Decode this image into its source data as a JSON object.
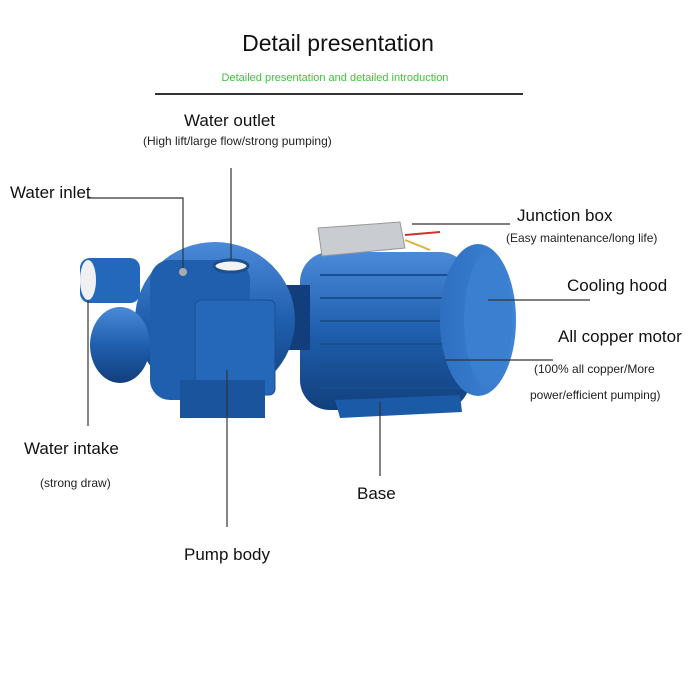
{
  "header": {
    "title": "Detail presentation",
    "subtitle": "Detailed presentation and detailed introduction"
  },
  "colors": {
    "subtitle": "#3cc43c",
    "pump_blue": "#1f5fae",
    "pump_dark": "#123f7c"
  },
  "labels": {
    "water_outlet": {
      "title": "Water outlet",
      "note": "(High lift/large flow/strong pumping)"
    },
    "water_inlet": {
      "title": "Water inlet"
    },
    "junction_box": {
      "title": "Junction box",
      "note": "(Easy maintenance/long life)"
    },
    "cooling_hood": {
      "title": "Cooling hood"
    },
    "motor": {
      "title": "All copper motor",
      "note_line1": "(100% all copper/More",
      "note_line2": "power/efficient pumping)"
    },
    "water_intake": {
      "title": "Water intake",
      "note": "(strong draw)"
    },
    "base": {
      "title": "Base"
    },
    "pump_body": {
      "title": "Pump body"
    }
  }
}
